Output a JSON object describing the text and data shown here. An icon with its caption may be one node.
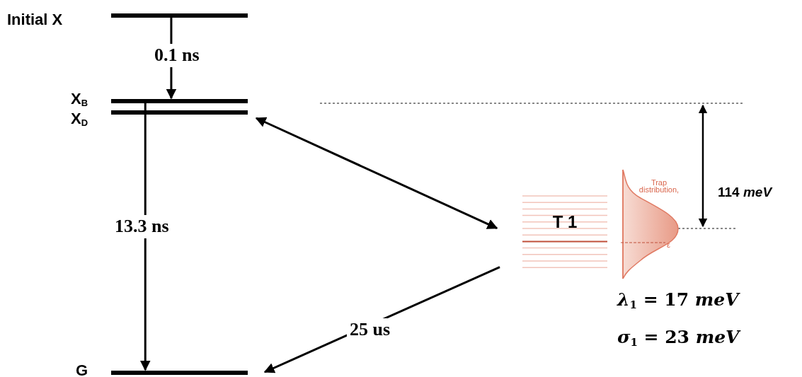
{
  "diagram": {
    "nodes": [
      {
        "text": [],
        "shape": "bar",
        "beside": [
          "Initial X"
        ]
      },
      {
        "text": [],
        "shape": "bar",
        "beside": [
          "X$_{B}$"
        ]
      },
      {
        "text": [],
        "shape": "bar",
        "beside": [
          "X$_{D}$"
        ]
      },
      {
        "text": [],
        "shape": "bar",
        "beside": [
          "G"
        ]
      },
      {
        "text": [
          "T 1"
        ]
      }
    ],
    "edges": [
      {
        "from": 0,
        "to": 1,
        "arrow": "to",
        "label": "0.1 ns"
      },
      {
        "from": 1,
        "to": 3,
        "arrow": "to",
        "label": "13.3 ns"
      },
      {
        "from": 2,
        "to": 4,
        "arrow": "both"
      },
      {
        "from": 4,
        "to": 3,
        "arrow": "to",
        "label": "25 us"
      }
    ],
    "labels": [
      "Trap distribution,",
      "ε",
      "114 *meV*",
      "*λ*$_{1}$ = 17 *meV*",
      "*σ*$_{1}$ = 23 *meV*"
    ]
  }
}
